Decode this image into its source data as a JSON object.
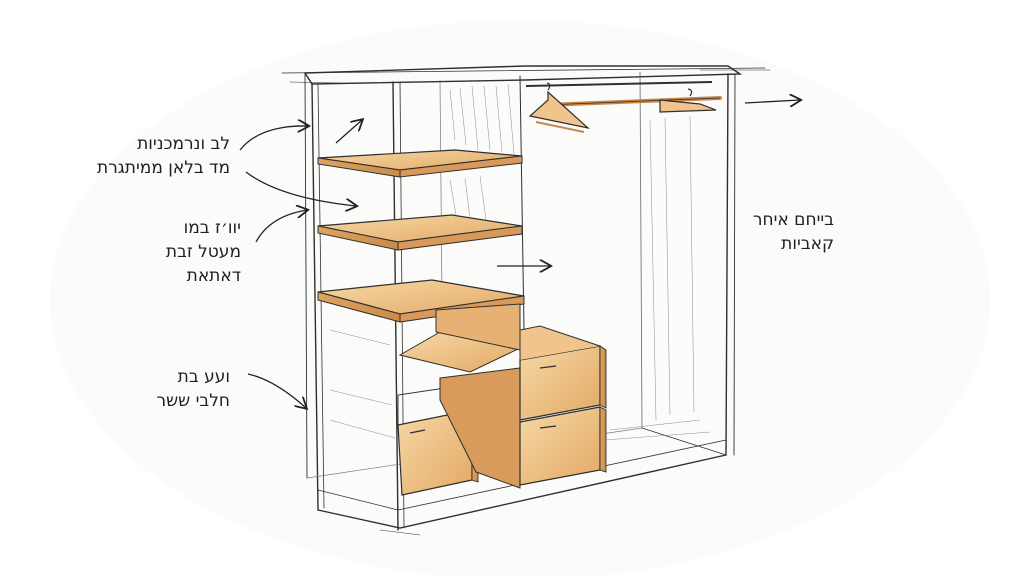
{
  "colors": {
    "ink": "#2a2a2a",
    "wood_light": "#f3cf98",
    "wood_mid": "#e2a865",
    "wood_dark": "#c8884a",
    "paper": "#ffffff"
  },
  "annotations": {
    "shelves": {
      "line1": "לב ונרמכניות",
      "line2": "מד בלאן ממיתגרת"
    },
    "middle_shelf": {
      "line1": "יוו׳ז במו",
      "line2": "מעטל זבת",
      "line3": "דאתאת"
    },
    "drawers": {
      "line1": "ועע בת",
      "line2": "חלבי ששר"
    },
    "hanging": {
      "line1": "בייחם איחר",
      "line2": "קאביות"
    }
  }
}
